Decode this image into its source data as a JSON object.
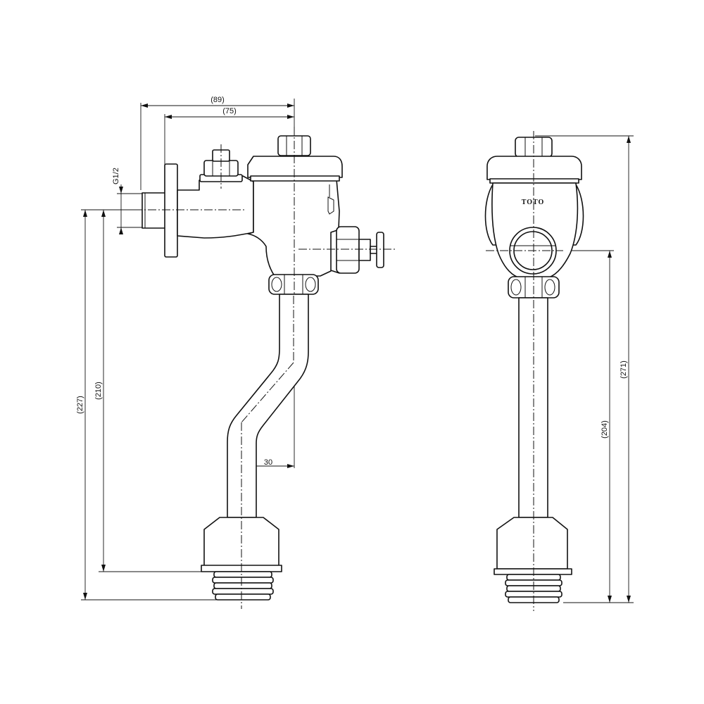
{
  "side_view": {
    "dim_overall_width": "(89)",
    "dim_flange_to_axis": "(75)",
    "dim_thread": "G1/2",
    "dim_pipe_offset": "30",
    "dim_inlet_height_outer": "(227)",
    "dim_inlet_height_inner": "(210)"
  },
  "front_view": {
    "brand": "TOTO",
    "dim_outlet_height": "(204)",
    "dim_total_height": "(271)"
  }
}
